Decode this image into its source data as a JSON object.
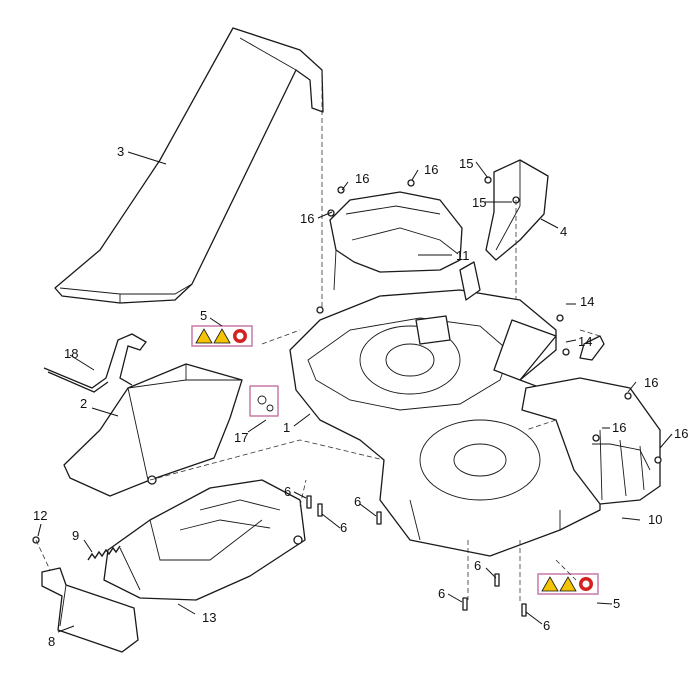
{
  "callouts": [
    {
      "id": "c1",
      "text": "1"
    },
    {
      "id": "c2",
      "text": "2"
    },
    {
      "id": "c3",
      "text": "3"
    },
    {
      "id": "c4",
      "text": "4"
    },
    {
      "id": "c5a",
      "text": "5"
    },
    {
      "id": "c5b",
      "text": "5"
    },
    {
      "id": "c6a",
      "text": "6"
    },
    {
      "id": "c6b",
      "text": "6"
    },
    {
      "id": "c6c",
      "text": "6"
    },
    {
      "id": "c6d",
      "text": "6"
    },
    {
      "id": "c6e",
      "text": "6"
    },
    {
      "id": "c6f",
      "text": "6"
    },
    {
      "id": "c8",
      "text": "8"
    },
    {
      "id": "c9",
      "text": "9"
    },
    {
      "id": "c10",
      "text": "10"
    },
    {
      "id": "c11",
      "text": "11"
    },
    {
      "id": "c12",
      "text": "12"
    },
    {
      "id": "c13",
      "text": "13"
    },
    {
      "id": "c14a",
      "text": "14"
    },
    {
      "id": "c14b",
      "text": "14"
    },
    {
      "id": "c15a",
      "text": "15"
    },
    {
      "id": "c15b",
      "text": "15"
    },
    {
      "id": "c16a",
      "text": "16"
    },
    {
      "id": "c16b",
      "text": "16"
    },
    {
      "id": "c16c",
      "text": "16"
    },
    {
      "id": "c16d",
      "text": "16"
    },
    {
      "id": "c16e",
      "text": "16"
    },
    {
      "id": "c16f",
      "text": "16"
    },
    {
      "id": "c17",
      "text": "17"
    },
    {
      "id": "c18",
      "text": "18"
    }
  ],
  "colors": {
    "line": "#1a1a1a",
    "warning_yellow": "#f5c400",
    "warning_red": "#d42020",
    "label_frame": "#c77aa8"
  },
  "icons": [
    "warning-triangle-icon",
    "hand-hazard-icon",
    "no-entry-icon"
  ]
}
